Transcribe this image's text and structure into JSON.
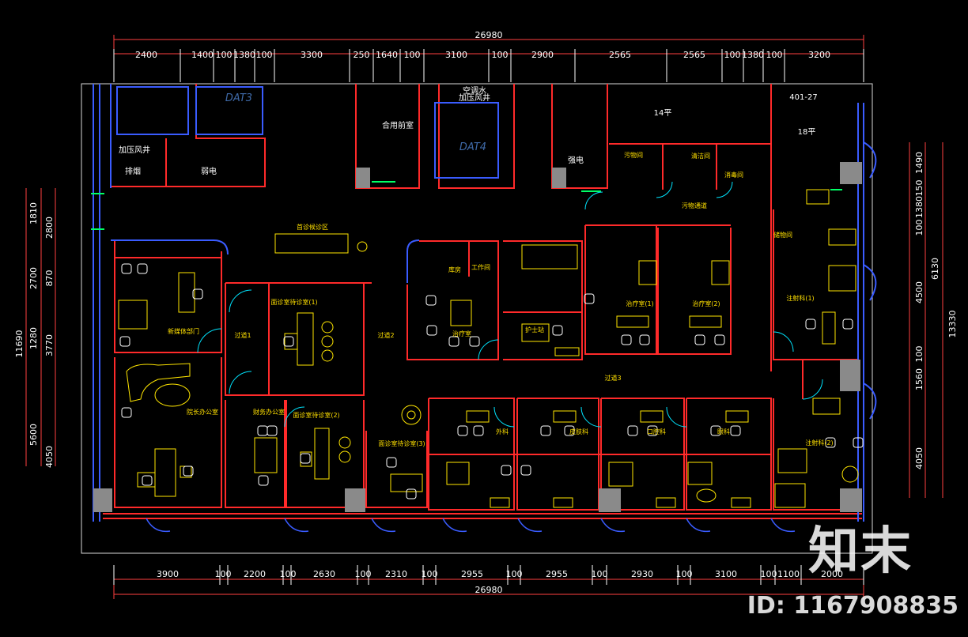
{
  "dims": {
    "top_total": "26980",
    "top": [
      "2400",
      "1400",
      "100",
      "1380",
      "100",
      "3300",
      "250",
      "1640",
      "100",
      "3100",
      "100",
      "2900",
      "2565",
      "2565",
      "100",
      "1380",
      "100",
      "3200"
    ],
    "bottom_total": "26980",
    "bottom": [
      "3900",
      "100",
      "2200",
      "100",
      "2630",
      "100",
      "2310",
      "100",
      "2955",
      "100",
      "2955",
      "100",
      "2930",
      "100",
      "3100",
      "100",
      "1100",
      "2000"
    ],
    "left_a_total": "11690",
    "left_a": [
      "1810",
      "2700",
      "1280",
      "5600"
    ],
    "left_b": [
      "2800",
      "870",
      "3770",
      "4050"
    ],
    "right_a_total": "13330",
    "right_a": [
      "1490",
      "150",
      "1380",
      "100",
      "4500",
      "100",
      "1560",
      "4050"
    ],
    "right_b": [
      "6130"
    ]
  },
  "rooms": {
    "white": [
      "加压风井",
      "排烟",
      "弱电",
      "合用前室",
      "空调水",
      "加压风井",
      "强电",
      "14平",
      "18平",
      "401-27"
    ],
    "dat": [
      "DAT3",
      "DAT4"
    ],
    "yellow": [
      "首诊候诊区",
      "新媒体部门",
      "过道1",
      "面诊室待诊室(1)",
      "过道2",
      "库房",
      "工作间",
      "治疗室",
      "护士站",
      "治疗室(1)",
      "治疗室(2)",
      "污物通道",
      "注射科(1)",
      "院长办公室",
      "财务办公室",
      "面诊室待诊室(2)",
      "面诊室待诊室(3)",
      "过道3",
      "外科",
      "皮肤科",
      "口腔科",
      "眼科",
      "注射科(2)",
      "污物间",
      "清洁间",
      "消毒间",
      "储物间"
    ]
  },
  "watermark": {
    "brand": "知末",
    "id": "ID: 1167908835"
  },
  "colors": {
    "wall_red": "#ff2a2a",
    "wall_blue": "#3a5cff",
    "furniture": "#ffe600",
    "dim": "#ffffff",
    "glass": "#00ffd0",
    "bg": "#000000"
  }
}
